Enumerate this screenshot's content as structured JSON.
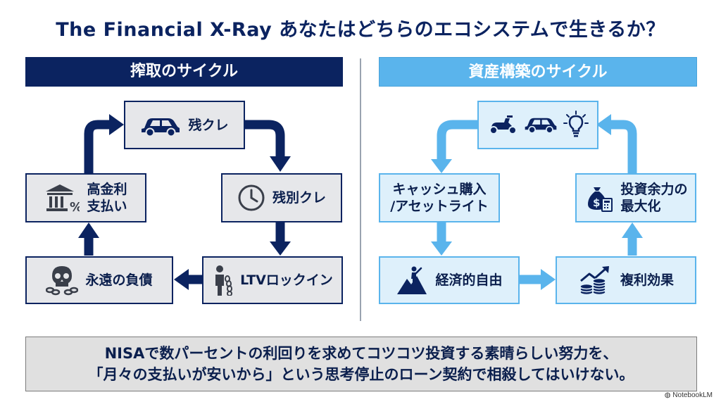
{
  "title": "The Financial X-Ray あなたはどちらのエコシステムで生きるか？",
  "left": {
    "header": "搾取のサイクル",
    "nodes": {
      "car_loan": "残クレ",
      "residual_loan": "残別クレ",
      "ltv_lockin": "LTVロックイン",
      "eternal_debt": "永遠の負債",
      "high_interest_line1": "高金利",
      "high_interest_line2": "支払い"
    }
  },
  "right": {
    "header": "資産構築のサイクル",
    "nodes": {
      "cash_line1": "キャッシュ購入",
      "cash_line2": "/アセットライト",
      "maximize_line1": "投資余力の",
      "maximize_line2": "最大化",
      "financial_freedom": "経済的自由",
      "compound": "複利効果"
    }
  },
  "bottom": {
    "line1": "NISAで数パーセントの利回りを求めてコツコツ投資する素晴らしい努力を、",
    "line2": "「月々の支払いが安いから」という思考停止のローン契約で相殺してはいけない。"
  },
  "brand": "NotebookLM",
  "colors": {
    "navy": "#0b2360",
    "light_blue": "#5ab4ec",
    "box_gray": "#e6e7ea",
    "box_light": "#def0fb"
  }
}
